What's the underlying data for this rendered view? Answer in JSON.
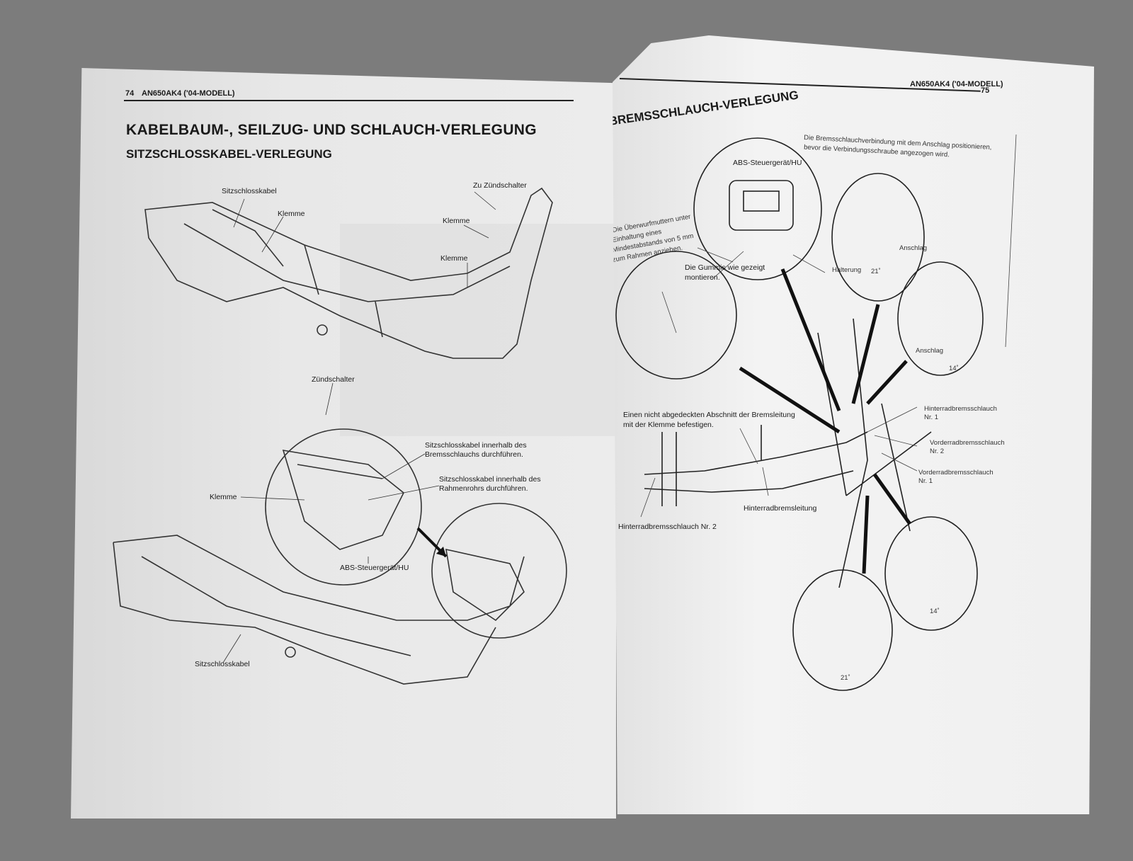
{
  "left_page": {
    "page_number": "74",
    "model": "AN650AK4 ('04-MODELL)",
    "title": "KABELBAUM-, SEILZUG- UND SCHLAUCH-VERLEGUNG",
    "subtitle": "SITZSCHLOSSKABEL-VERLEGUNG",
    "labels": {
      "sitzschlosskabel_top": "Sitzschlosskabel",
      "klemme_1": "Klemme",
      "zu_zuendschalter": "Zu Zündschalter",
      "klemme_2": "Klemme",
      "klemme_3": "Klemme",
      "zuendschalter": "Zündschalter",
      "innerhalb_brems_1": "Sitzschlosskabel innerhalb des",
      "innerhalb_brems_2": "Bremsschlauchs durchführen.",
      "innerhalb_rahmen_1": "Sitzschlosskabel innerhalb des",
      "innerhalb_rahmen_2": "Rahmenrohrs durchführen.",
      "klemme_4": "Klemme",
      "abs": "ABS-Steuergerät/HU",
      "sitzschlosskabel_bottom": "Sitzschlosskabel"
    }
  },
  "right_page": {
    "page_number": "75",
    "model": "AN650AK4 ('04-MODELL)",
    "title": "BREMSSCHLAUCH-VERLEGUNG",
    "labels": {
      "verbindung_1": "Die Bremsschlauchverbindung mit  dem Anschlag positionieren,",
      "verbindung_2": "bevor die Verbindungsschraube angezogen wird.",
      "abs": "ABS-Steuergerät/HU",
      "ueberwurf_1": "Die Überwurfmuttern unter",
      "ueberwurf_2": "Einhaltung eines",
      "ueberwurf_3": "Mindestabstands von 5 mm",
      "ueberwurf_4": "zum Rahmen anziehen.",
      "gummis_1": "Die Gummis wie gezeigt",
      "gummis_2": "montieren.",
      "halterung": "Halterung",
      "anschlag_1": "Anschlag",
      "angle_21a": "21˚",
      "anschlag_2": "Anschlag",
      "angle_14a": "14˚",
      "abschnitt_1": "Einen nicht abgedeckten Abschnitt der Bremsleitung",
      "abschnitt_2": "mit der Klemme befestigen.",
      "hinterrad_nr1_a": "Hinterradbremsschlauch",
      "hinterrad_nr1_b": "Nr. 1",
      "vorderrad_nr2_a": "Vorderradbremsschlauch",
      "vorderrad_nr2_b": "Nr. 2",
      "vorderrad_nr1_a": "Vorderradbremsschlauch",
      "vorderrad_nr1_b": "Nr. 1",
      "hinterradbremsleitung": "Hinterradbremsleitung",
      "hinterrad_nr2": "Hinterradbremsschlauch Nr. 2",
      "angle_14b": "14˚",
      "angle_21b": "21˚"
    }
  }
}
